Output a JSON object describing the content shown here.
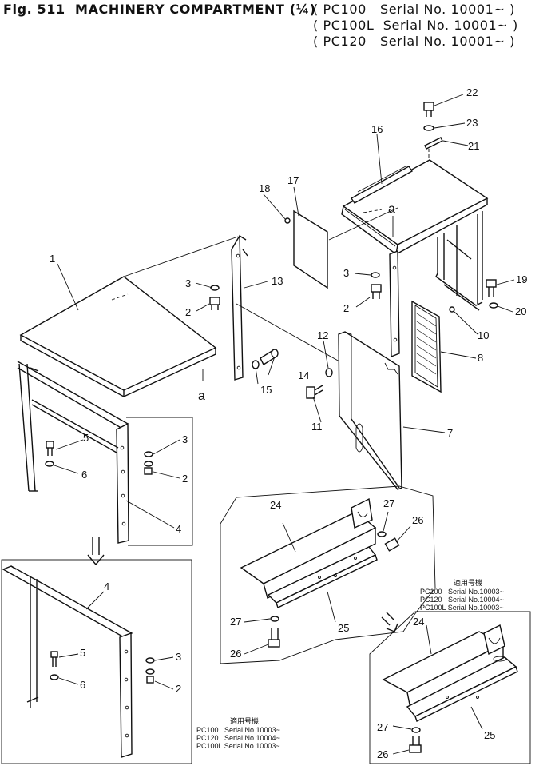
{
  "header": {
    "title": "Fig. 511  MACHINERY COMPARTMENT (¼)",
    "serial_lines": [
      "( PC100   Serial No. 10001~ )",
      "( PC100L  Serial No. 10001~ )",
      "( PC120   Serial No. 10001~ )"
    ]
  },
  "callouts": {
    "n1": "1",
    "n2a": "2",
    "n2b": "2",
    "n2c": "2",
    "n2d": "2",
    "n3a": "3",
    "n3b": "3",
    "n3c": "3",
    "n3d": "3",
    "n4a": "4",
    "n4b": "4",
    "n5a": "5",
    "n5b": "5",
    "n6a": "6",
    "n6b": "6",
    "n7": "7",
    "n8": "8",
    "n10": "10",
    "n11": "11",
    "n12": "12",
    "n13": "13",
    "n14": "14",
    "n15": "15",
    "n16": "16",
    "n17": "17",
    "n18": "18",
    "n19": "19",
    "n20": "20",
    "n21": "21",
    "n22": "22",
    "n23": "23",
    "n24a": "24",
    "n24b": "24",
    "n25a": "25",
    "n25b": "25",
    "n26a": "26",
    "n26b": "26",
    "n26c": "26",
    "n27a": "27",
    "n27b": "27",
    "n27c": "27",
    "ref_a1": "a",
    "ref_a2": "a"
  },
  "notes": {
    "left_box": {
      "heading": "適用号機",
      "lines": [
        "PC100   Serial No.10003~",
        "PC120   Serial No.10004~",
        "PC100L Serial No.10003~"
      ]
    },
    "right_box": {
      "heading": "適用号機",
      "lines": [
        "PC100   Serial No.10003~",
        "PC120   Serial No.10004~",
        "PC100L Serial No.10003~"
      ]
    }
  }
}
